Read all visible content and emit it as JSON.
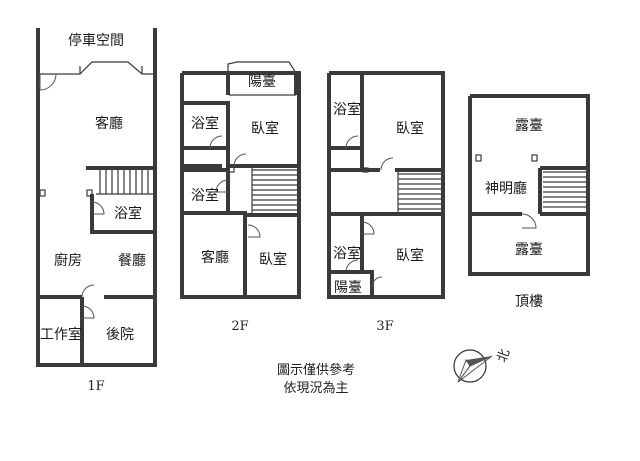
{
  "floors": {
    "f1": {
      "label": "1F",
      "rooms": {
        "parking": "停車空間",
        "living": "客廳",
        "bath": "浴室",
        "kitchen": "廚房",
        "dining": "餐廳",
        "workroom": "工作室",
        "backyard": "後院"
      }
    },
    "f2": {
      "label": "2F",
      "rooms": {
        "balcony": "陽臺",
        "bath1": "浴室",
        "bedroom1": "臥室",
        "bath2": "浴室",
        "living": "客廳",
        "bedroom2": "臥室"
      }
    },
    "f3": {
      "label": "3F",
      "rooms": {
        "bath1": "浴室",
        "bedroom1": "臥室",
        "bath2": "浴室",
        "bedroom2": "臥室",
        "balcony": "陽臺"
      }
    },
    "roof": {
      "label": "頂樓",
      "rooms": {
        "terrace1": "露臺",
        "shrine": "神明廳",
        "terrace2": "露臺"
      }
    }
  },
  "note": {
    "line1": "圖示僅供參考",
    "line2": "依現況為主"
  },
  "compass": {
    "label": "北",
    "icon": "compass-icon"
  }
}
